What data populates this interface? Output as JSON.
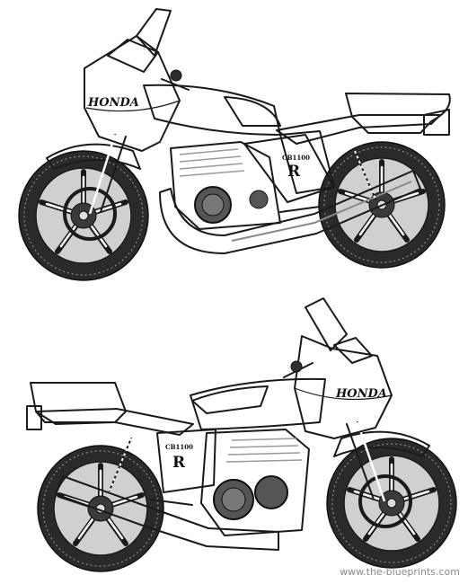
{
  "colors": {
    "body_fill": "#b4b4b4",
    "body_light": "#f4f4f4",
    "engine_fill": "#2e2e2e",
    "ink": "#1a1a1a"
  },
  "top_bike": {
    "brand": "HONDA",
    "side_model": "CB1100",
    "side_letter": "R"
  },
  "bottom_bike": {
    "brand": "HONDA",
    "side_model": "CB1100",
    "side_letter": "R"
  },
  "watermark": "www.the-blueprints.com"
}
